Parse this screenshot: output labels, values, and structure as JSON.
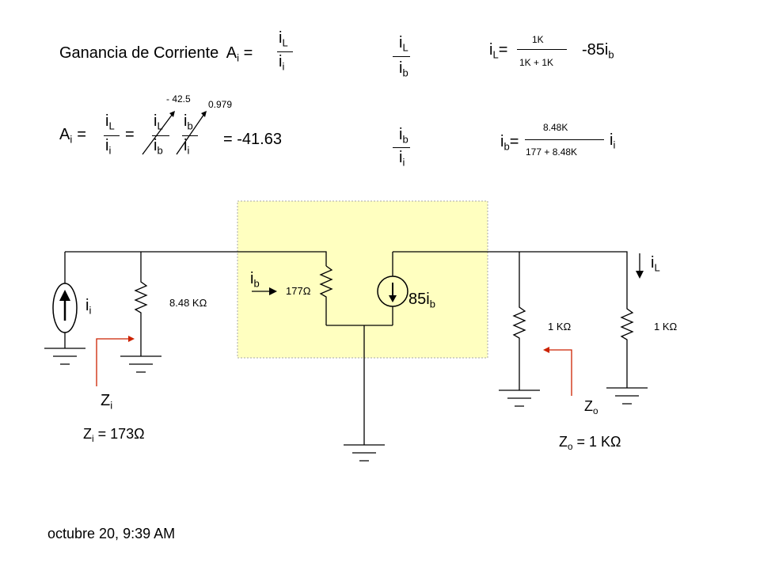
{
  "colors": {
    "highlight_box": "#ffffc0",
    "highlight_border": "#aaaaaa",
    "arrow": "#cc2200",
    "wire": "#000000"
  },
  "header": {
    "title": "Ganancia de Corriente",
    "ai_symbol": "A",
    "ai_sub": "i",
    "equals": "="
  },
  "symbols": {
    "i": "i",
    "L": "L",
    "b": "b",
    "i_sub": "i",
    "equals": "=",
    "Z": "Z",
    "o": "o"
  },
  "equations": {
    "il_fraction": {
      "num": "1K",
      "den": "1K + 1K",
      "result": "-85i",
      "result_sub": "b"
    },
    "ib_fraction": {
      "num": "8.48K",
      "den": "177 + 8.48K"
    },
    "gain_factor_1": "- 42.5",
    "gain_factor_2": "0.979",
    "gain_result": "= -41.63"
  },
  "circuit": {
    "r_source": "8.48 KΩ",
    "r_base": "177Ω",
    "dependent_source": "85i",
    "dependent_source_sub": "b",
    "r_collector": "1 KΩ",
    "r_load": "1 KΩ",
    "zi_value": "Z",
    "zi_value_rest": " = 173Ω",
    "zo_value_rest": " = 1 KΩ"
  },
  "footer": {
    "timestamp": "octubre 20, 9:39 AM"
  }
}
